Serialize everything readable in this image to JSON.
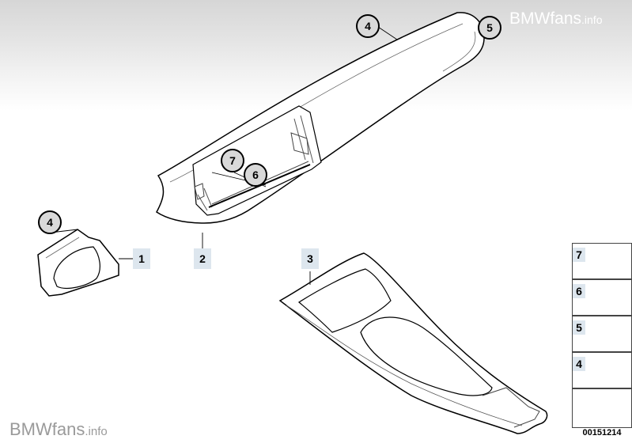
{
  "watermark_top": {
    "main": "BMWfans",
    "suffix": ".info"
  },
  "watermark_bottom": {
    "main": "BMWfans",
    "suffix": ".info"
  },
  "part_labels": [
    "1",
    "2",
    "3"
  ],
  "callouts": [
    "4",
    "5",
    "7",
    "6",
    "4"
  ],
  "legend": [
    "7",
    "6",
    "5",
    "4"
  ],
  "ref_code": "00151214"
}
